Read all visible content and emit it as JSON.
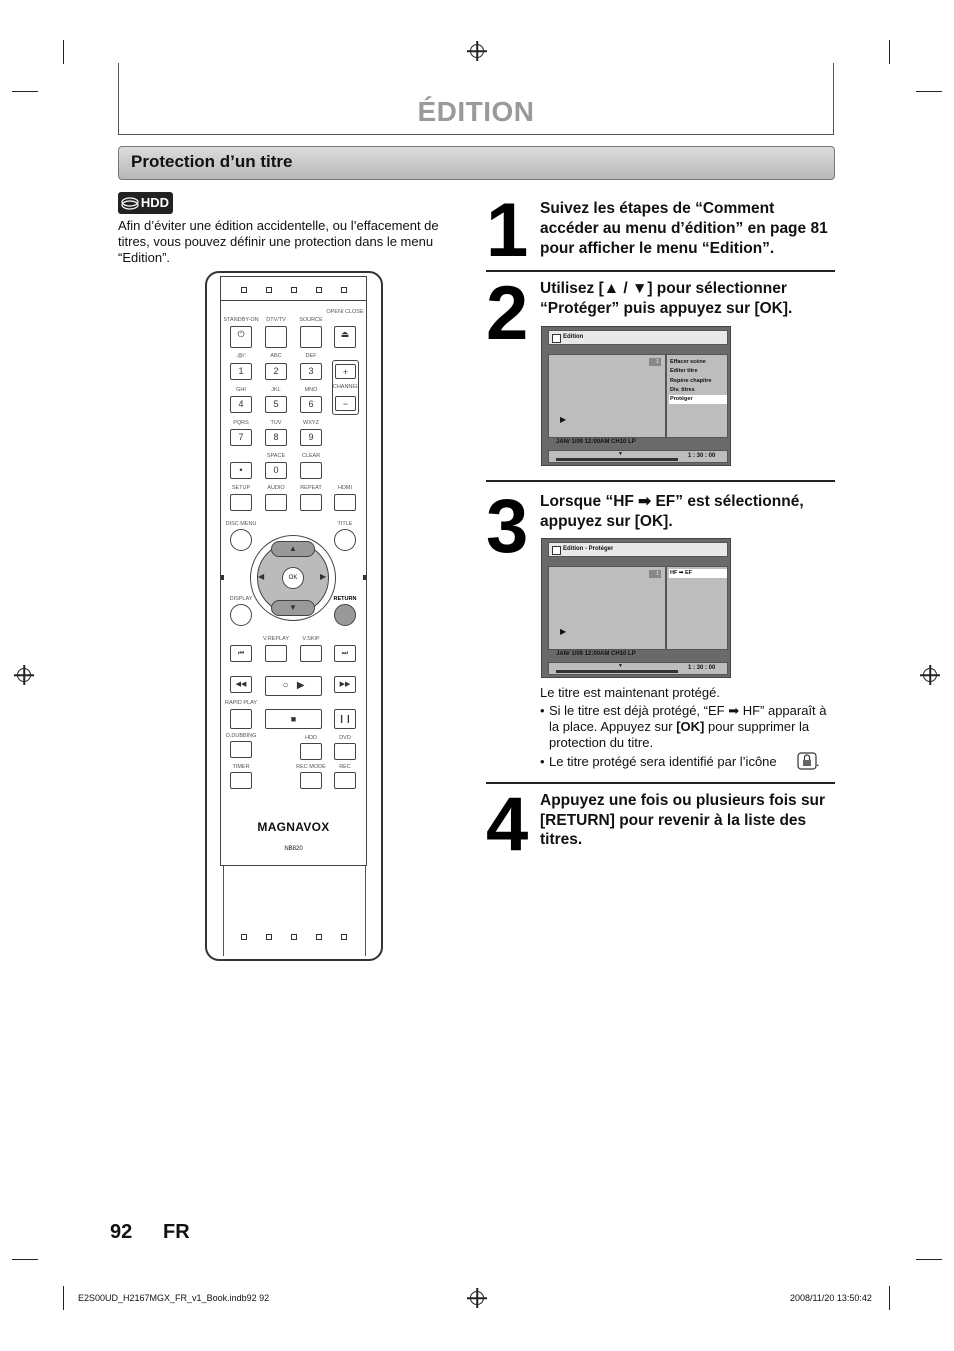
{
  "header": {
    "title": "ÉDITION"
  },
  "section": {
    "title": "Protection d’un titre",
    "badge": "HDD"
  },
  "intro": "Afin d’éviter une édition accidentelle, ou l’effacement de titres, vous pouvez définir une protection dans le menu “Edition”.",
  "remote": {
    "brand": "MAGNAVOX",
    "model": "NB820",
    "labels": {
      "standby": "STANDBY-ON",
      "dtvtv": "DTV/TV",
      "source": "SOURCE",
      "openclose": "OPEN/ CLOSE",
      "abc": "ABC",
      "def": "DEF",
      "dots": ".@/:",
      "ghi": "GHI",
      "jkl": "JKL",
      "mno": "MNO",
      "pqrs": "PQRS",
      "tuv": "TUV",
      "wxyz": "WXYZ",
      "channel": "CHANNEL",
      "space": "SPACE",
      "clear": "CLEAR",
      "setup": "SETUP",
      "audio": "AUDIO",
      "repeat": "REPEAT",
      "hdmi": "HDMI",
      "discmenu": "DISC MENU",
      "title": "TITLE",
      "display": "DISPLAY",
      "return": "RETURN",
      "vreplay": "V.REPLAY",
      "vskip": "V.SKIP",
      "rapidplay": "RAPID PLAY",
      "odubbing": "O.DUBBING",
      "hdd": "HDD",
      "dvd": "DVD",
      "timer": "TIMER",
      "recmode": "REC MODE",
      "rec": "REC",
      "ok": "OK"
    },
    "digits": [
      "1",
      "2",
      "3",
      "4",
      "5",
      "6",
      "7",
      "8",
      "9",
      "•",
      "0"
    ]
  },
  "steps": [
    {
      "num": "1",
      "text": "Suivez les étapes de “Comment accéder au menu d’édition” en page 81 pour afficher le menu “Edition”."
    },
    {
      "num": "2",
      "text_a": "Utilisez [▲ / ▼] pour sélectionner",
      "text_b": "“Protéger” puis appuyez sur [OK]."
    },
    {
      "num": "3",
      "text_a": "Lorsque “HF ➡ EF” est sélectionné,",
      "text_b": "appuyez sur [OK]."
    },
    {
      "num": "4",
      "text": "Appuyez une fois ou plusieurs fois sur [RETURN] pour revenir à la liste des titres."
    }
  ],
  "screen1": {
    "title": "Edition",
    "index": "1",
    "menu": [
      "Effacer scène",
      "Editer titre",
      "Repère chapitre",
      "Div. titres",
      "Protéger"
    ],
    "info": "JAN/ 1/09 12:00AM CH10   LP",
    "time": "1 : 30 : 00"
  },
  "screen2": {
    "title": "Edition - Protéger",
    "index": "1",
    "option": "HF  ➡  EF",
    "info": "JAN/ 1/09 12:00AM CH10   LP",
    "time": "1 : 30 : 00"
  },
  "note": {
    "line": "Le titre est maintenant protégé.",
    "bullet1_a": "Si le titre est déjà protégé, “EF ➡ HF” apparaît à",
    "bullet1_b_pre": "la place. Appuyez sur ",
    "bullet1_b_bold": "[OK]",
    "bullet1_b_post": " pour supprimer la",
    "bullet1_c": "protection du titre.",
    "bullet2": "Le titre protégé sera identifié par l’icône"
  },
  "footer": {
    "page": "92",
    "lang": "FR",
    "file": "E2S00UD_H2167MGX_FR_v1_Book.indb92   92",
    "date": "2008/11/20   13:50:42"
  }
}
